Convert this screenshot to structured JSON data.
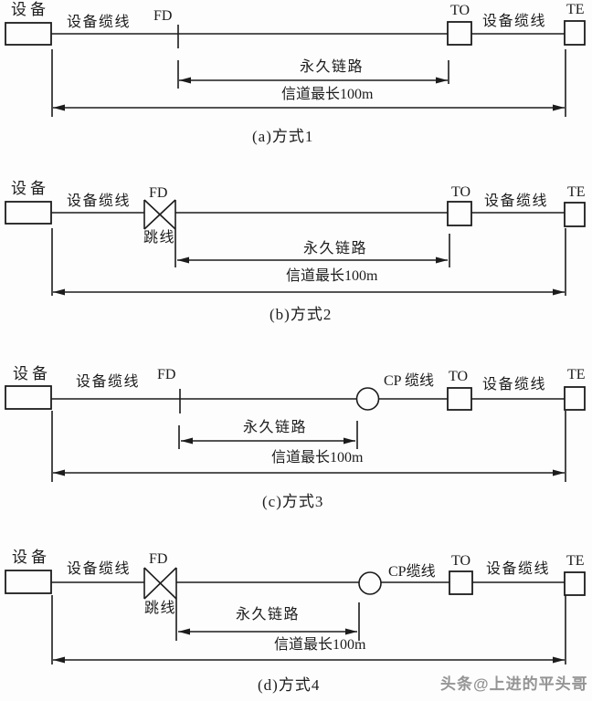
{
  "page": {
    "background": "#fdfdfd",
    "ink_color": "#1c1c1c",
    "watermark": {
      "text": "头条@上进的平头哥",
      "color": "#949494"
    }
  },
  "diagrams": [
    {
      "caption": "(a)方式1",
      "device": "设备",
      "cable_left": "设备缆线",
      "fd": "FD",
      "to": "TO",
      "cable_right": "设备缆线",
      "te": "TE",
      "permanent_link": "永久链路",
      "channel": "信道最长100m"
    },
    {
      "caption": "(b)方式2",
      "device": "设备",
      "cable_left": "设备缆线",
      "fd": "FD",
      "jumper": "跳线",
      "to": "TO",
      "cable_right": "设备缆线",
      "te": "TE",
      "permanent_link": "永久链路",
      "channel": "信道最长100m"
    },
    {
      "caption": "(c)方式3",
      "device": "设备",
      "cable_left": "设备缆线",
      "fd": "FD",
      "cp_cable": "CP 缆线",
      "to": "TO",
      "cable_right": "设备缆线",
      "te": "TE",
      "permanent_link": "永久链路",
      "channel": "信道最长100m"
    },
    {
      "caption": "(d)方式4",
      "device": "设备",
      "cable_left": "设备缆线",
      "fd": "FD",
      "jumper": "跳线",
      "cp_cable": "CP缆线",
      "to": "TO",
      "cable_right": "设备缆线",
      "te": "TE",
      "permanent_link": "永久链路",
      "channel": "信道最长100m"
    }
  ]
}
